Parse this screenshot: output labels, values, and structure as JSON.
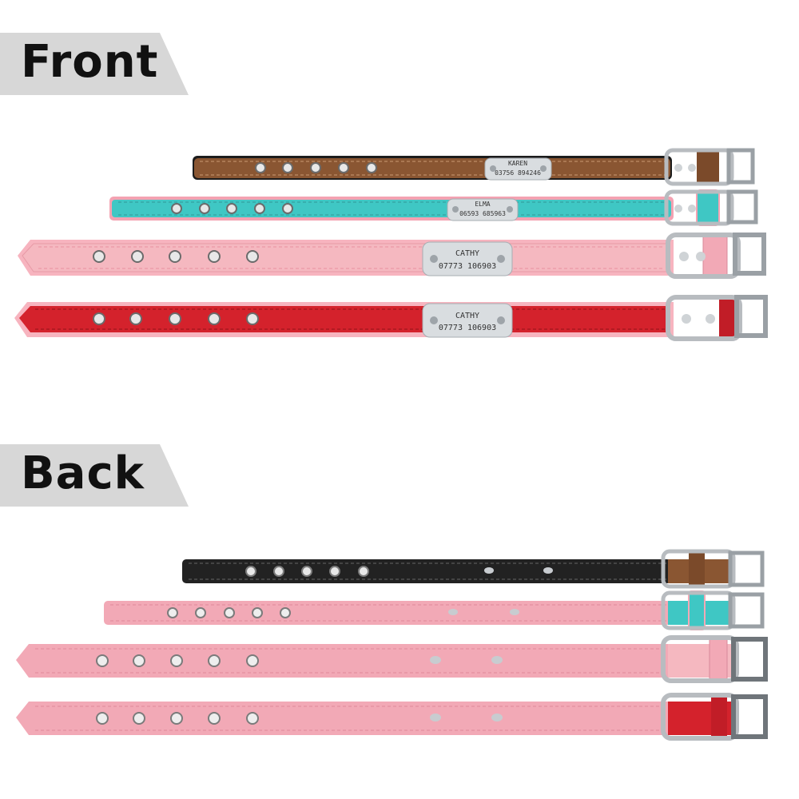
{
  "sections": {
    "front": {
      "label": "Front"
    },
    "back": {
      "label": "Back"
    }
  },
  "colors": {
    "brown": "#8a5632",
    "teal": "#3fc7c4",
    "pink": "#f2a9b6",
    "light_pink": "#f5b8c0",
    "red": "#d4222c",
    "black": "#222222",
    "silver": "#d9dde0",
    "label_bg": "#d7d7d7"
  },
  "front_collars": [
    {
      "color_name": "brown",
      "plate_name": "KAREN",
      "plate_phone": "03756 894246"
    },
    {
      "color_name": "teal",
      "plate_name": "ELMA",
      "plate_phone": "06593 685963"
    },
    {
      "color_name": "light_pink",
      "plate_name": "CATHY",
      "plate_phone": "07773 106903"
    },
    {
      "color_name": "red",
      "plate_name": "CATHY",
      "plate_phone": "07773 106903"
    }
  ],
  "back_collars": [
    {
      "color_name": "black"
    },
    {
      "color_name": "pink"
    },
    {
      "color_name": "pink"
    },
    {
      "color_name": "pink"
    }
  ]
}
